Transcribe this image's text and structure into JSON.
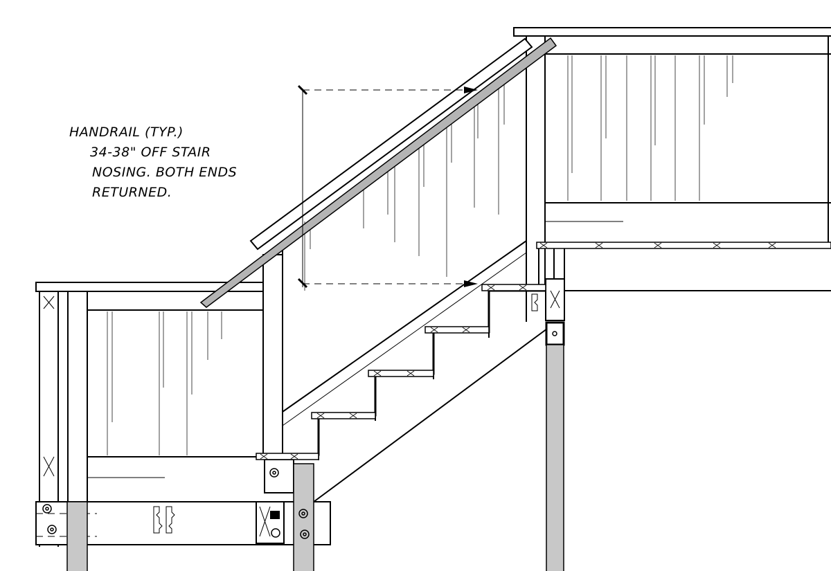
{
  "annotation": {
    "lines": [
      "HANDRAIL (TYP.)",
      "34-38\" OFF STAIR",
      "NOSING.  BOTH ENDS",
      "RETURNED."
    ]
  },
  "colors": {
    "line": "#000000",
    "post_fill": "#c8c8c8",
    "handrail_fill": "#b4b4b4",
    "background": "#ffffff"
  }
}
